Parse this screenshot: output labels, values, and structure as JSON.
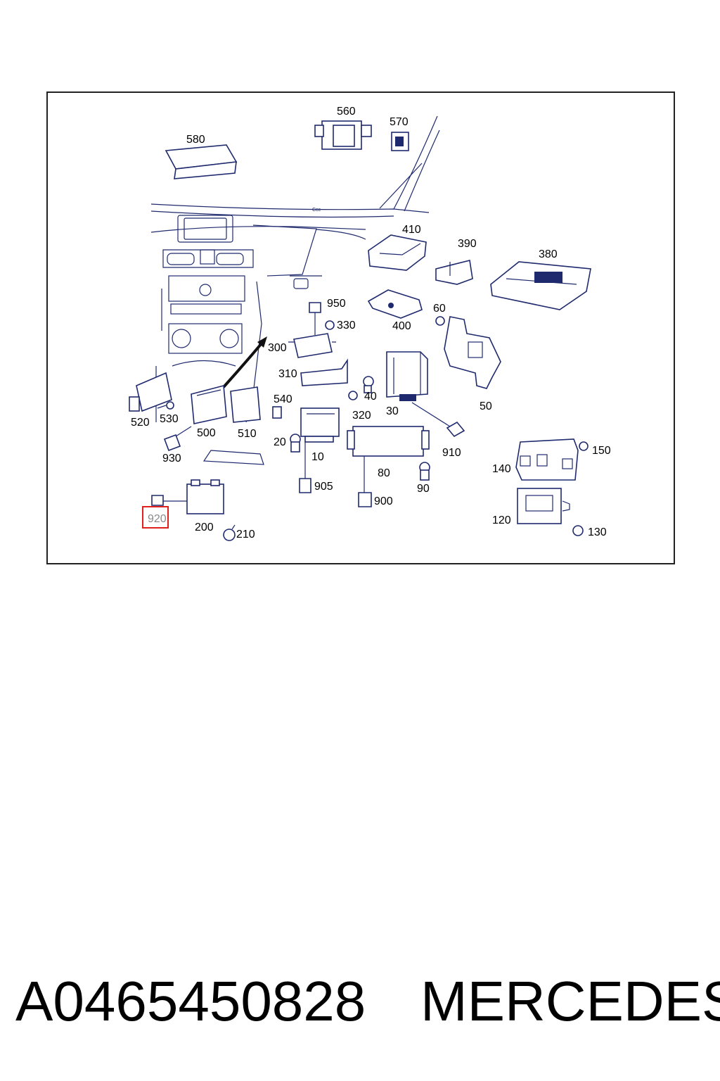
{
  "diagram": {
    "callouts": [
      "560",
      "570",
      "580",
      "410",
      "390",
      "380",
      "950",
      "330",
      "400",
      "60",
      "300",
      "310",
      "40",
      "540",
      "520",
      "530",
      "500",
      "510",
      "320",
      "30",
      "50",
      "20",
      "10",
      "930",
      "910",
      "150",
      "140",
      "905",
      "80",
      "900",
      "90",
      "920",
      "200",
      "210",
      "120",
      "130"
    ],
    "highlighted_callout": "920",
    "stamp_text": "Ccc"
  },
  "footer": {
    "part_number": "A0465450828",
    "brand": "MERCEDES"
  },
  "colors": {
    "line": "#1f2a6e",
    "highlight": "#e0201c",
    "text": "#000000"
  }
}
